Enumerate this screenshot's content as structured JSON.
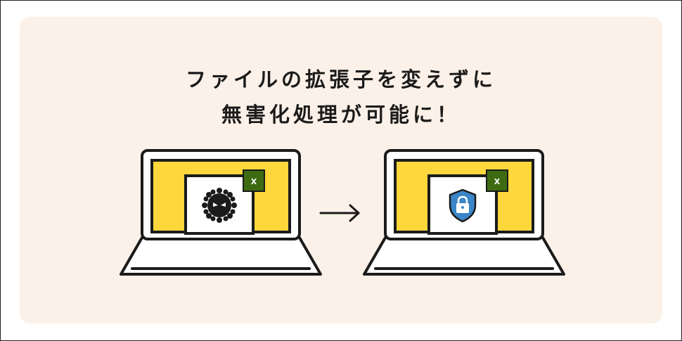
{
  "headline": {
    "line1": "ファイルの拡張子を変えずに",
    "line2": "無害化処理が可能に！"
  },
  "laptop_before": {
    "file_badge": "X",
    "icon": "malware-virus-icon"
  },
  "laptop_after": {
    "file_badge": "X",
    "icon": "shield-lock-icon"
  },
  "arrow_icon": "arrow-right-icon",
  "colors": {
    "background": "#fcf1e8",
    "screen": "#fdd73c",
    "outline": "#1b1b1b",
    "badge": "#3e6b12",
    "shield": "#3b86c8"
  }
}
